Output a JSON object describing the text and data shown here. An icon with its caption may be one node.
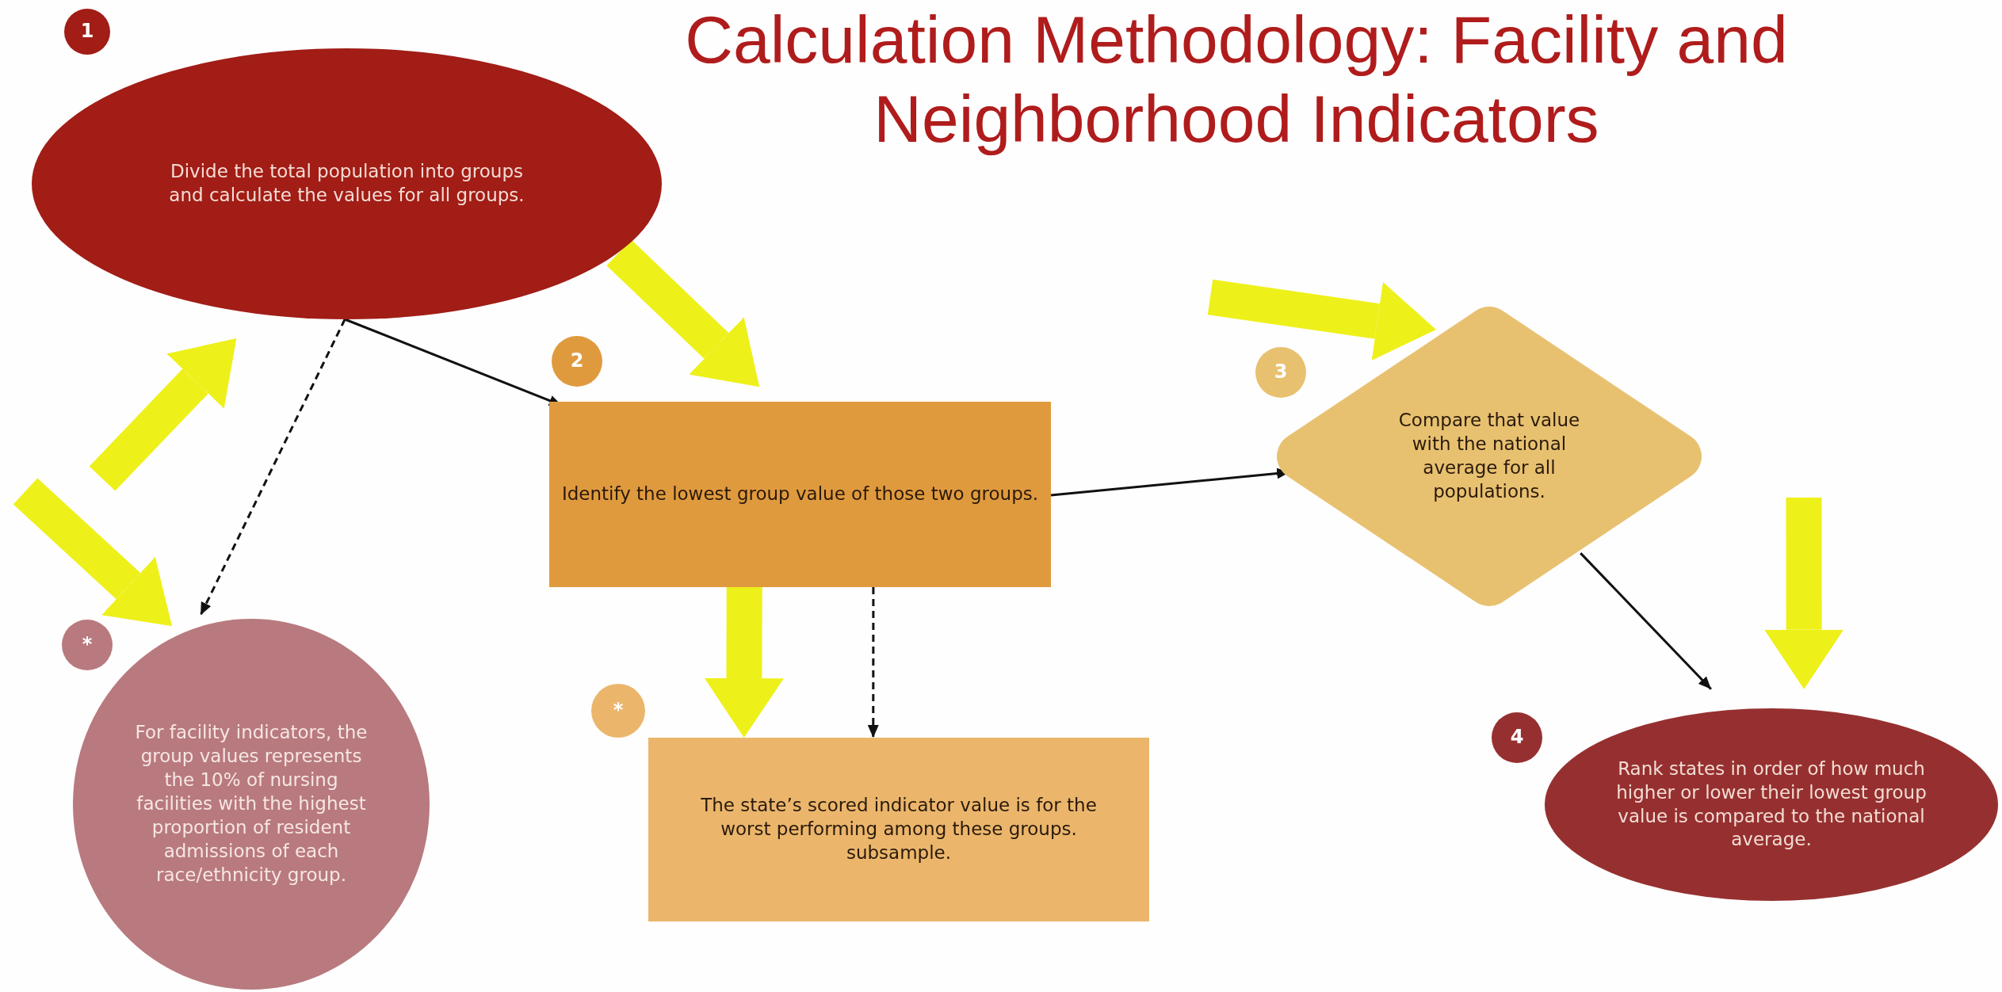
{
  "diagram": {
    "title": "Calculation Methodology: Facility and Neighborhood Indicators",
    "nodes": [
      {
        "text": [
          "1"
        ]
      },
      {
        "text": [
          "Divide the total population into groups and calculate the values for all groups."
        ]
      },
      {
        "text": [
          "2"
        ]
      },
      {
        "text": [
          "Identify the lowest group value of those two groups."
        ]
      },
      {
        "text": [
          "3"
        ]
      },
      {
        "text": [
          "Compare that value with the national average for all populations."
        ]
      },
      {
        "text": [
          "*"
        ]
      },
      {
        "text": [
          "For facility indicators, the group values represents the 10% of nursing facilities with the highest proportion of resident admissions of each race/ethnicity group."
        ]
      },
      {
        "text": [
          "*"
        ]
      },
      {
        "text": [
          "The state’s scored indicator value is for the worst performing among these groups. subsample."
        ]
      },
      {
        "text": [
          "4"
        ]
      },
      {
        "text": [
          "Rank states in order of how much higher or lower their lowest group value is compared to the national average."
        ]
      }
    ],
    "edges": [
      {
        "from": 1,
        "to": 3,
        "arrow": "to",
        "color": "#111111"
      },
      {
        "from": 1,
        "to": 7,
        "arrow": "to",
        "style": "dashed",
        "color": "#111111"
      },
      {
        "from": 3,
        "to": 5,
        "arrow": "to",
        "color": "#111111"
      },
      {
        "from": 3,
        "to": 9,
        "arrow": "to",
        "style": "dashed",
        "color": "#111111"
      },
      {
        "from": 5,
        "to": 11,
        "arrow": "to",
        "color": "#111111"
      },
      {
        "from": null,
        "to": 1,
        "arrow": "to",
        "color": "#eef01a"
      },
      {
        "from": null,
        "to": 7,
        "arrow": "to",
        "color": "#eef01a"
      },
      {
        "from": 1,
        "to": 3,
        "arrow": "to",
        "color": "#eef01a"
      },
      {
        "from": null,
        "to": 5,
        "arrow": "to",
        "color": "#eef01a"
      },
      {
        "from": 3,
        "to": 9,
        "arrow": "to",
        "color": "#eef01a"
      },
      {
        "from": null,
        "to": 11,
        "arrow": "to",
        "color": "#eef01a"
      }
    ]
  }
}
